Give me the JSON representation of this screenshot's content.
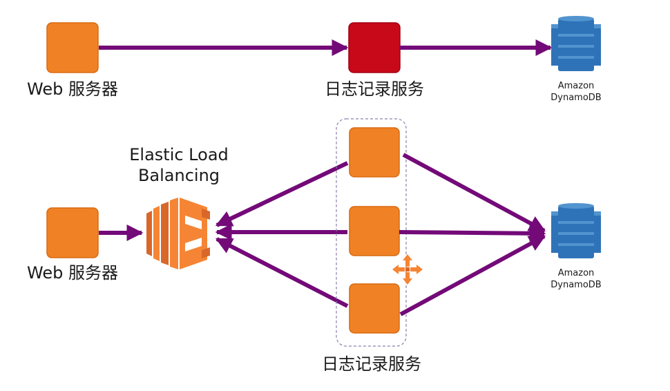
{
  "colors": {
    "server_orange": "#f08225",
    "server_border": "#d86a12",
    "logging_red": "#c8091a",
    "logging_red_border": "#a30012",
    "arrow_purple": "#730a78",
    "dynamo_blue": "#2e73b8",
    "dynamo_light": "#5294cf",
    "elb_orange": "#f58534",
    "elb_dark": "#d9672a",
    "group_border": "#8a7fae"
  },
  "top_row": {
    "web_server_label": "Web 服务器",
    "logging_service_label": "日志记录服务",
    "dynamodb_label_line1": "Amazon",
    "dynamodb_label_line2": "DynamoDB"
  },
  "bottom_row": {
    "web_server_label": "Web 服务器",
    "elb_label_line1": "Elastic Load",
    "elb_label_line2": "Balancing",
    "logging_service_label": "日志记录服务",
    "dynamodb_label_line1": "Amazon",
    "dynamodb_label_line2": "DynamoDB"
  },
  "icons": {
    "web_server": "server-icon",
    "logging_service": "logging-service-icon",
    "dynamodb": "dynamodb-icon",
    "elb": "load-balancer-icon",
    "auto_scaling": "auto-scaling-icon"
  }
}
